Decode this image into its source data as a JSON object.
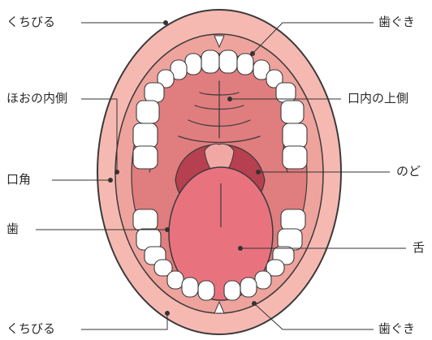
{
  "labels": {
    "lips_top": "くちびる",
    "gums_top": "歯ぐき",
    "cheek_inner": "ほおの内側",
    "palate": "口内の上側",
    "mouth_corner": "口角",
    "throat": "のど",
    "teeth": "歯",
    "tongue": "舌",
    "lips_bottom": "くちびる",
    "gums_bottom": "歯ぐき"
  },
  "colors": {
    "lip": "#f6b9b2",
    "lip_outline": "#3a3a3a",
    "gum": "#eea39d",
    "inner_mouth": "#e07d7e",
    "tongue": "#e8737f",
    "throat": "#b6404f",
    "uvula": "#f1a8a5",
    "tooth": "#ffffff",
    "line": "#333333"
  }
}
